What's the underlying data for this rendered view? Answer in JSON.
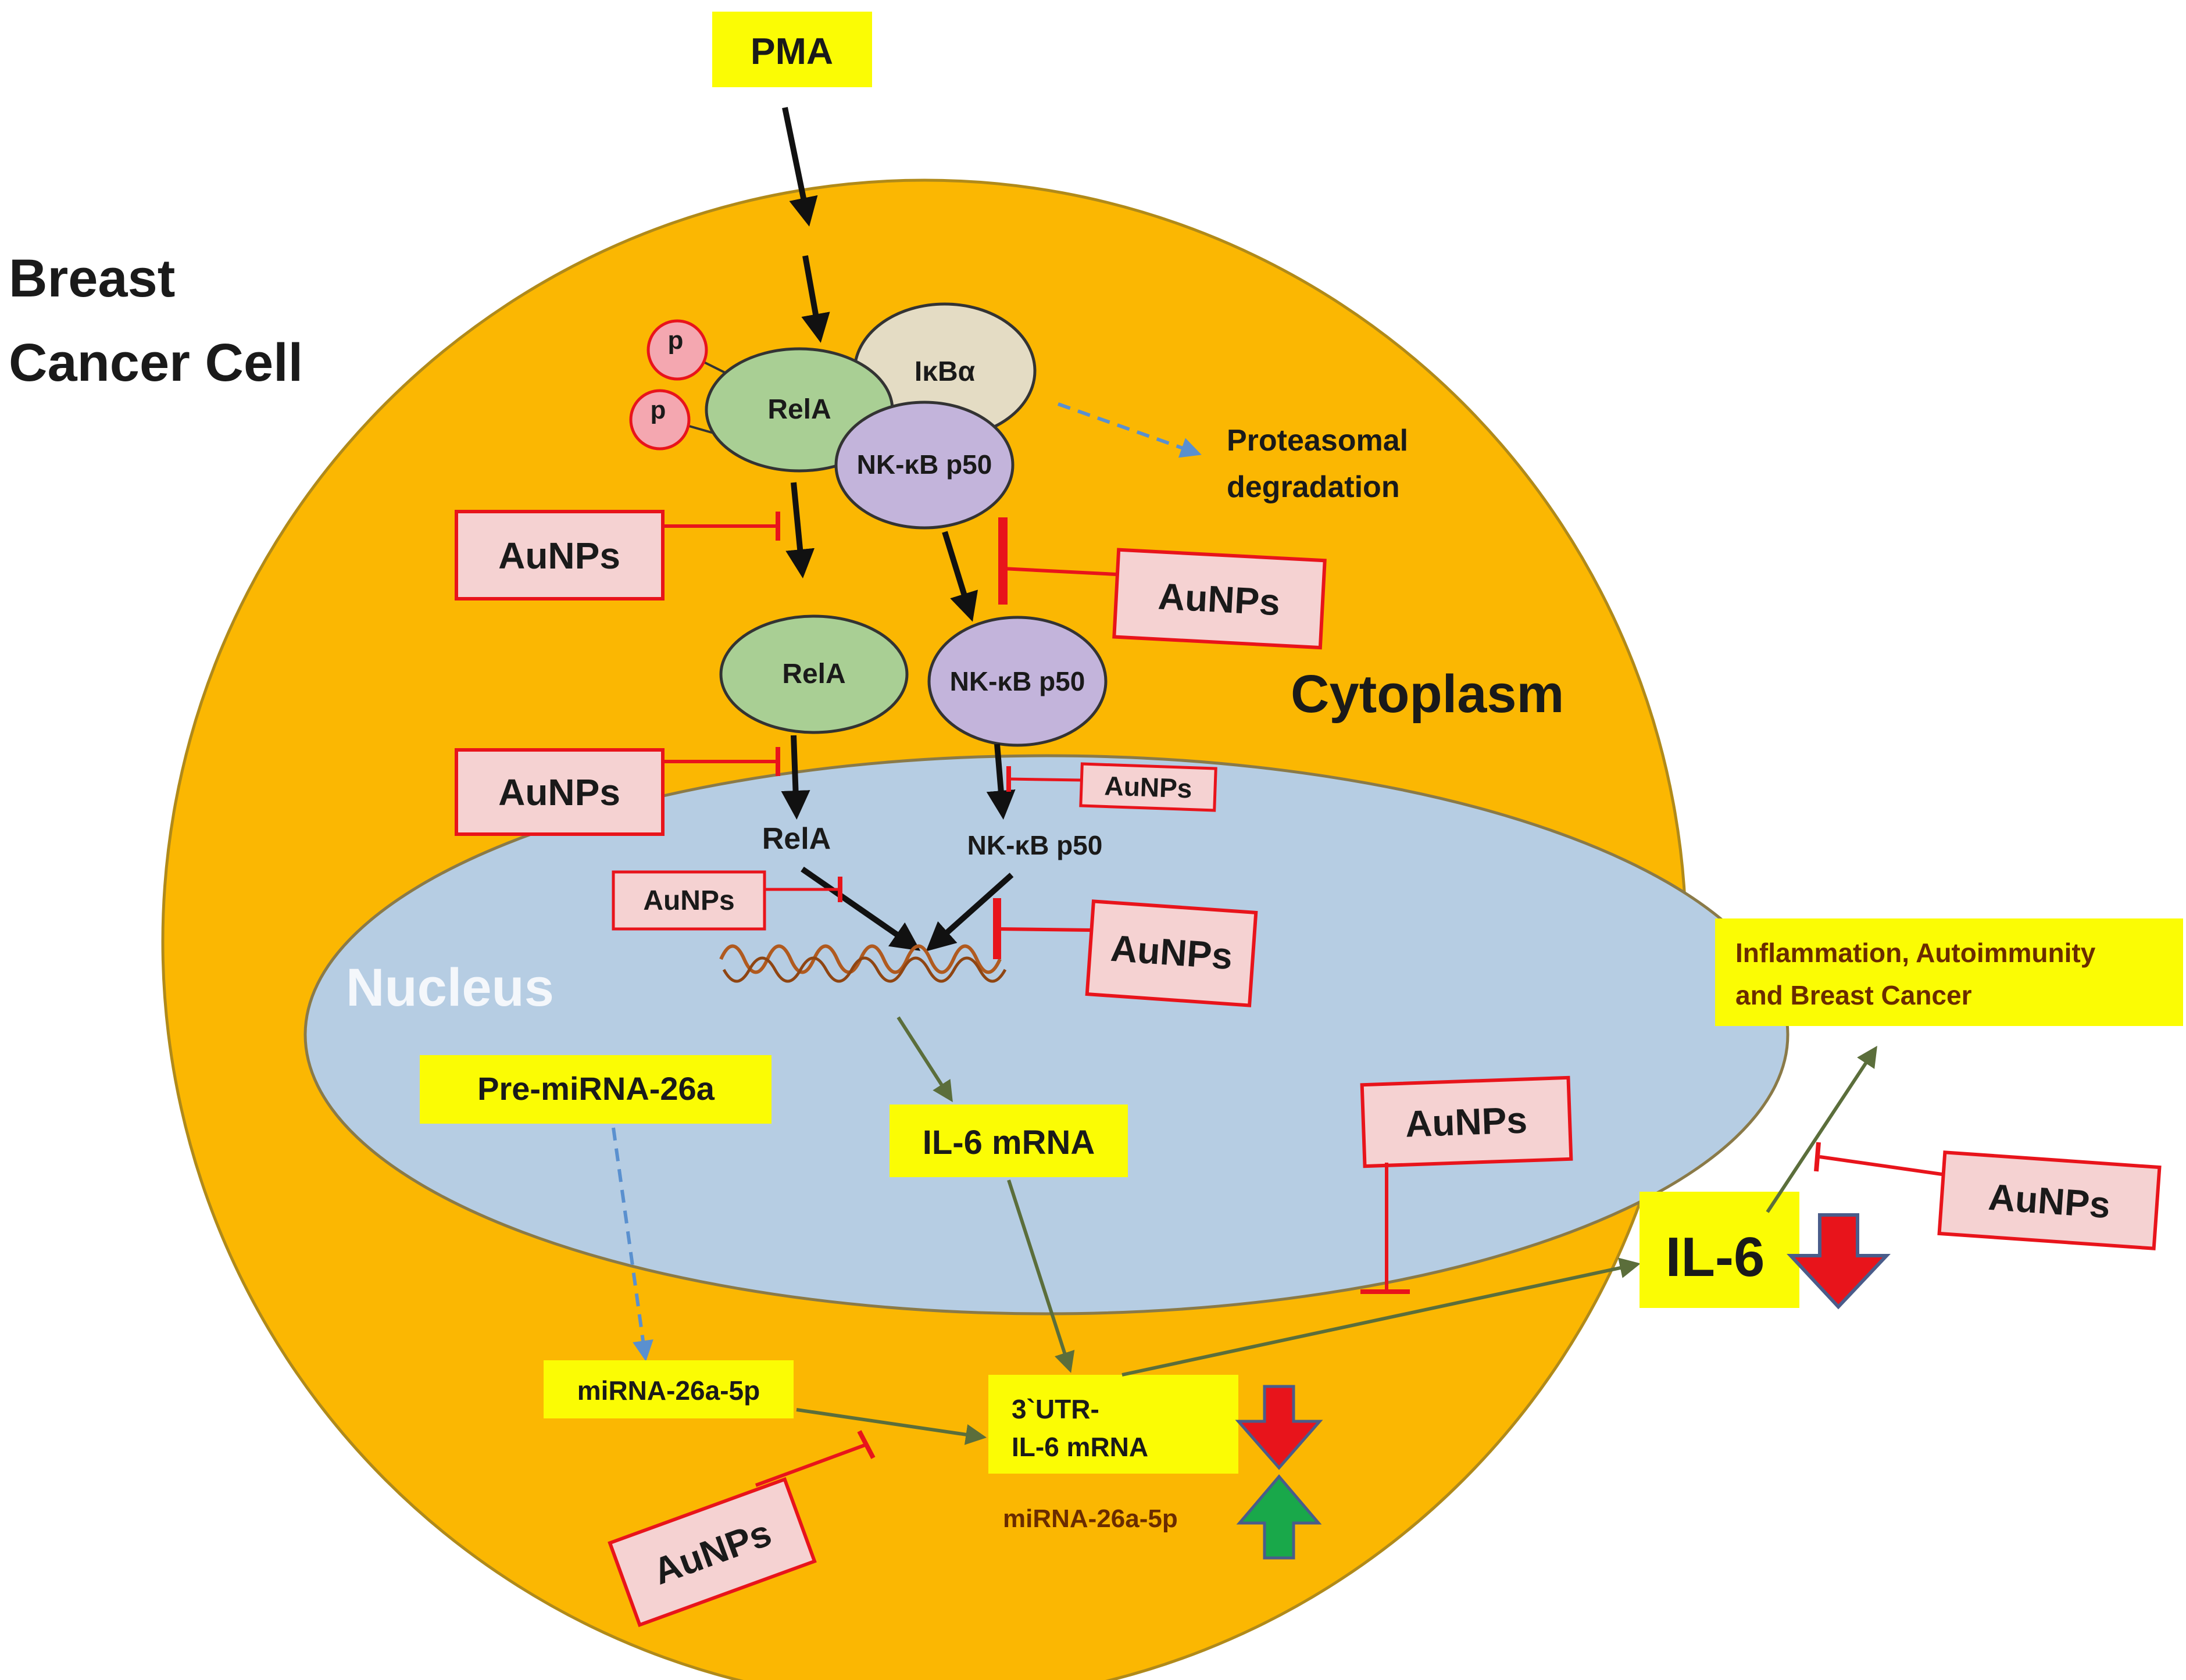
{
  "labels": {
    "cell": [
      "Breast",
      "Cancer Cell"
    ],
    "cytoplasm": "Cytoplasm",
    "nucleus": "Nucleus",
    "pma": "PMA",
    "proteasomal": [
      "Proteasomal",
      "degradation"
    ],
    "outcome": [
      "Inflammation, Autoimmunity",
      "and Breast Cancer"
    ],
    "mirna_up": "miRNA-26a-5p"
  },
  "molecules": {
    "p": "p",
    "rela": "RelA",
    "ikba": "IκBα",
    "p50": "NK-κB p50",
    "pre_mirna": "Pre-miRNA-26a",
    "il6_mrna": "IL-6 mRNA",
    "mirna": "miRNA-26a-5p",
    "utr": [
      "3`UTR-",
      "IL-6 mRNA"
    ],
    "il6": "IL-6"
  },
  "inhibitor": "AuNPs",
  "colors": {
    "cell_fill": "#fbb702",
    "nucleus_fill": "#b6cde3",
    "highlight_yellow": "#fbfc04",
    "inhibitor_box": "#f5d2d2",
    "inhibitor_red": "#e8141b",
    "rela_green": "#a9cf94",
    "ikba_beige": "#e4dcc4",
    "p50_lavender": "#c3b4db",
    "phospho_pink": "#f4a7b0",
    "pathway_arrow": "#5b6e3b",
    "mirna_arrow": "#5a90cf",
    "down_arrow": "#e8141b",
    "up_arrow": "#19a84a"
  }
}
